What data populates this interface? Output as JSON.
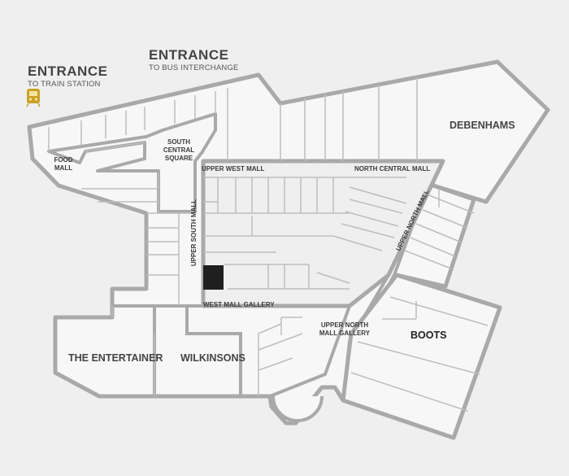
{
  "entrances": {
    "train": {
      "title": "ENTRANCE",
      "subtitle": "TO TRAIN STATION",
      "icon": "train-icon"
    },
    "bus": {
      "title": "ENTRANCE",
      "subtitle": "TO BUS INTERCHANGE"
    }
  },
  "areas": {
    "food_mall": "FOOD\nMALL",
    "south_central_square": "SOUTH\nCENTRAL\nSQUARE",
    "upper_west_mall": "UPPER WEST MALL",
    "north_central_mall": "NORTH CENTRAL MALL",
    "upper_south_mall": "UPPER SOUTH MALL",
    "upper_north_mall": "UPPER NORTH MALL",
    "west_mall_gallery": "WEST MALL GALLERY",
    "upper_north_mall_gallery": "UPPER NORTH\nMALL GALLERY"
  },
  "stores": {
    "debenhams": "DEBENHAMS",
    "boots": "BOOTS",
    "the_entertainer": "THE ENTERTAINER",
    "wilkinsons": "WILKINSONS"
  },
  "colors": {
    "background": "#efefef",
    "outline": "#a9a9a9",
    "inner_lines": "#bdbdbd",
    "floor": "#f7f7f7",
    "highlight_unit": "#1f1f1f",
    "train_icon": "#c9a227"
  }
}
